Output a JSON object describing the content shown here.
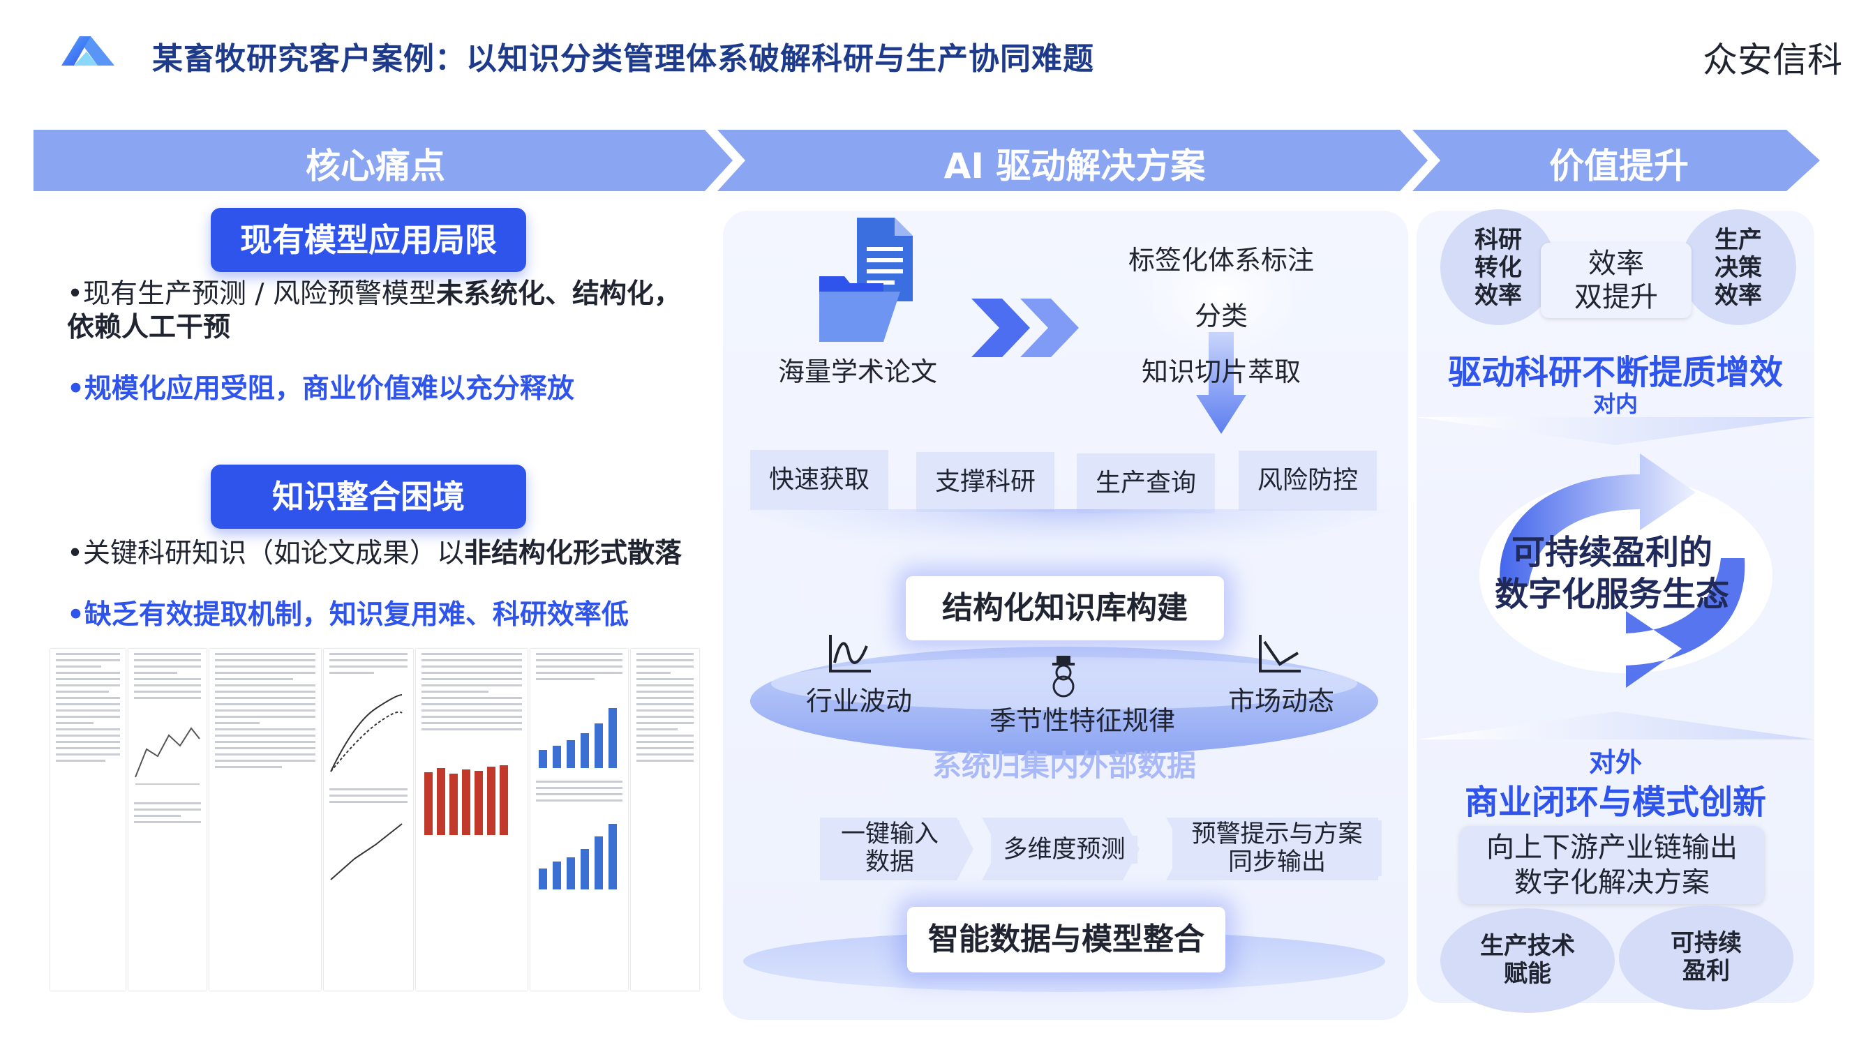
{
  "header": {
    "title": "某畜牧研究客户案例：以知识分类管理体系破解科研与生产协同难题",
    "brand": "众安信科"
  },
  "sections": {
    "pain": "核心痛点",
    "solution": "AI 驱动解决方案",
    "value": "价值提升"
  },
  "pain": {
    "block1": {
      "title": "现有模型应用局限",
      "bullet_pre": "•现有生产预测 / 风险预警模型",
      "bullet_bold": "未系统化、结构化，依赖人工干预",
      "highlight": "•规模化应用受阻，商业价值难以充分释放"
    },
    "block2": {
      "title": "知识整合困境",
      "bullet_pre": "•关键科研知识（如论文成果）以",
      "bullet_bold": "非结构化形式散落",
      "highlight": "•缺乏有效提取机制，知识复用难、科研效率低"
    }
  },
  "solution": {
    "papers_label": "海量学术论文",
    "process": [
      "标签化体系标注",
      "分类",
      "知识切片萃取"
    ],
    "uses": [
      "快速获取",
      "支撑科研",
      "生产查询",
      "风险防控"
    ],
    "kb_label": "结构化知识库构建",
    "data_items": [
      "行业波动",
      "季节性特征规律",
      "市场动态"
    ],
    "data_caption": "系统归集内外部数据",
    "steps": [
      "一键输入\n数据",
      "多维度预测",
      "预警提示与方案\n同步输出"
    ],
    "integration": "智能数据与模型整合"
  },
  "value": {
    "top_left": "科研\n转化\n效率",
    "top_center": "效率\n双提升",
    "top_right": "生产\n决策\n效率",
    "internal_title": "驱动科研不断提质增效",
    "internal_tag": "对内",
    "cycle_text": "可持续盈利的\n数字化服务生态",
    "external_tag": "对外",
    "external_title": "商业闭环与模式创新",
    "output_box": "向上下游产业链输出\n数字化解决方案",
    "bottom_left": "生产技术\n赋能",
    "bottom_right": "可持续\n盈利"
  },
  "colors": {
    "primary": "#2f54eb",
    "banner": "#8aa6f2",
    "dark_title": "#1e3a8a",
    "panel": "#eef2fe"
  }
}
